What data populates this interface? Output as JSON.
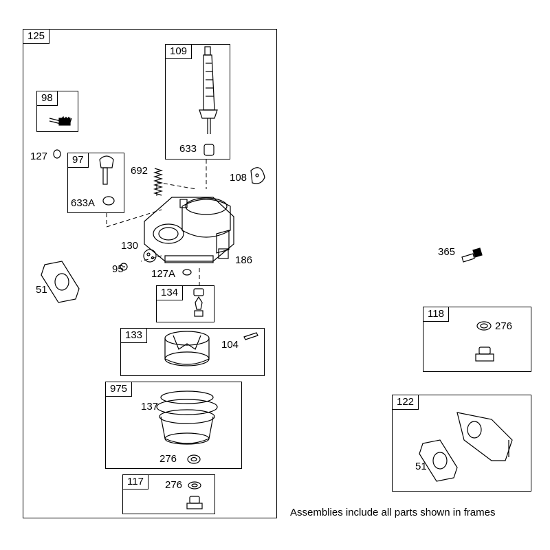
{
  "frames": {
    "f125": "125",
    "f109": "109",
    "f98": "98",
    "f97": "97",
    "f134": "134",
    "f133": "133",
    "f975": "975",
    "f117": "117",
    "f118": "118",
    "f122": "122"
  },
  "labels": {
    "l127": "127",
    "l692": "692",
    "l108": "108",
    "l633": "633",
    "l633a": "633A",
    "l130": "130",
    "l95": "95",
    "l127a": "127A",
    "l186": "186",
    "l51": "51",
    "l104": "104",
    "l137": "137",
    "l276a": "276",
    "l276b": "276",
    "l365": "365",
    "l276c": "276",
    "l51b": "51"
  },
  "footnote": "Assemblies include all parts shown in frames"
}
